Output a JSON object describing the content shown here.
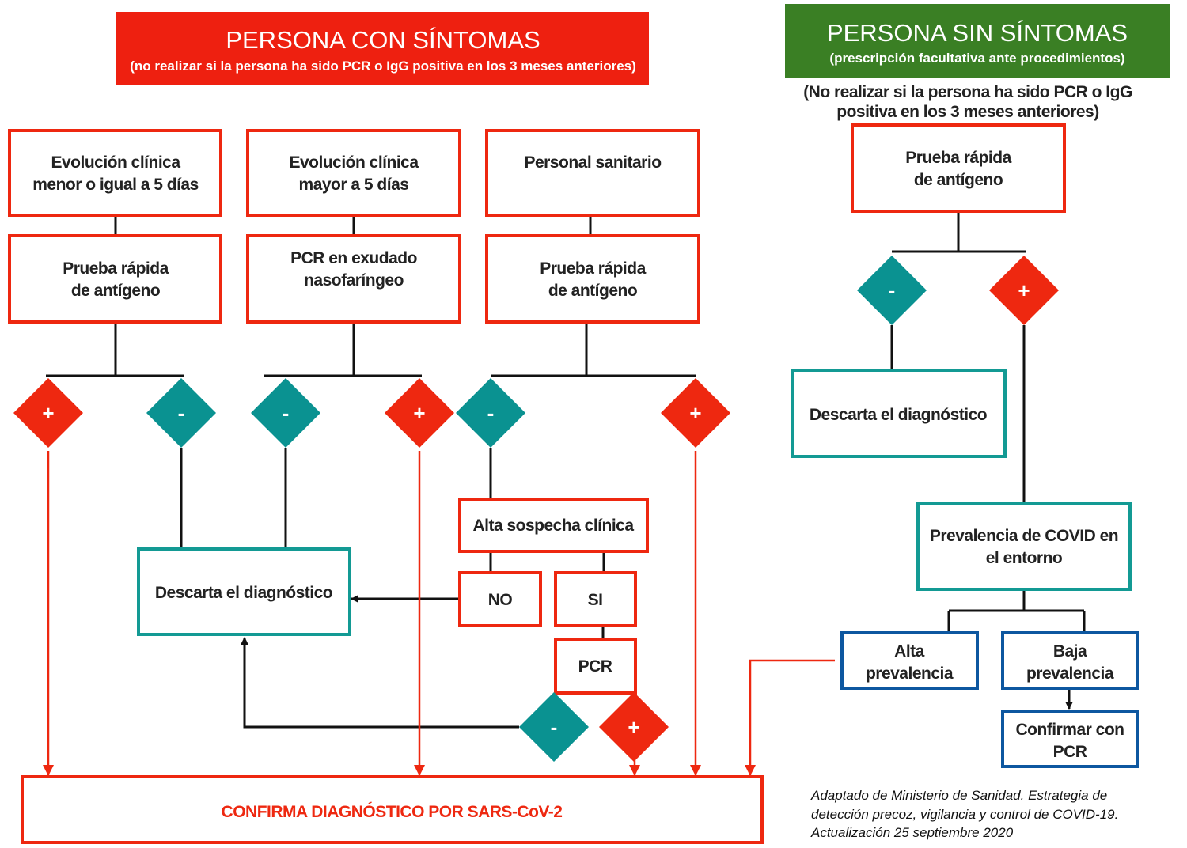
{
  "colors": {
    "red": "#ee2810",
    "teal": "#0a9291",
    "blue": "#0d57a0",
    "green": "#3a7f24"
  },
  "left_header": {
    "title": "PERSONA CON SÍNTOMAS",
    "subtitle": "(no realizar si la persona ha sido PCR o IgG positiva en los 3 meses anteriores)"
  },
  "right_header": {
    "title": "PERSONA SIN SÍNTOMAS",
    "subtitle": "(prescripción facultativa ante procedimientos)",
    "note": [
      "(No realizar si la persona ha sido PCR o IgG",
      "positiva en los 3 meses anteriores)"
    ]
  },
  "col1": {
    "top": [
      "Evolución clínica",
      "menor o igual a  5 días"
    ],
    "test": [
      "Prueba rápida",
      "de antígeno"
    ]
  },
  "col2": {
    "top": [
      "Evolución clínica",
      "mayor a  5 días"
    ],
    "test": [
      "PCR en exudado",
      "nasofaríngeo"
    ]
  },
  "col3": {
    "top": [
      "Personal sanitario"
    ],
    "test": [
      "Prueba rápida",
      "de antígeno"
    ]
  },
  "symbols": {
    "positive": "+",
    "negative": "-"
  },
  "discard": "Descarta el diagnóstico",
  "high_suspicion": "Alta sospecha clínica",
  "no": "NO",
  "si": "SI",
  "pcr": "PCR",
  "confirm": "CONFIRMA DIAGNÓSTICO POR SARS-CoV-2",
  "right": {
    "test": [
      "Prueba rápida",
      "de antígeno"
    ],
    "discard": "Descarta el diagnóstico",
    "prevalence": [
      "Prevalencia de COVID en",
      "el entorno"
    ],
    "high": [
      "Alta",
      "prevalencia"
    ],
    "low": [
      "Baja",
      "prevalencia"
    ],
    "confirm_pcr": [
      "Confirmar con",
      "PCR"
    ]
  },
  "citation": [
    "Adaptado de Ministerio de Sanidad. Estrategia de",
    "detección precoz, vigilancia y control de COVID-19.",
    "Actualización 25 septiembre 2020"
  ]
}
